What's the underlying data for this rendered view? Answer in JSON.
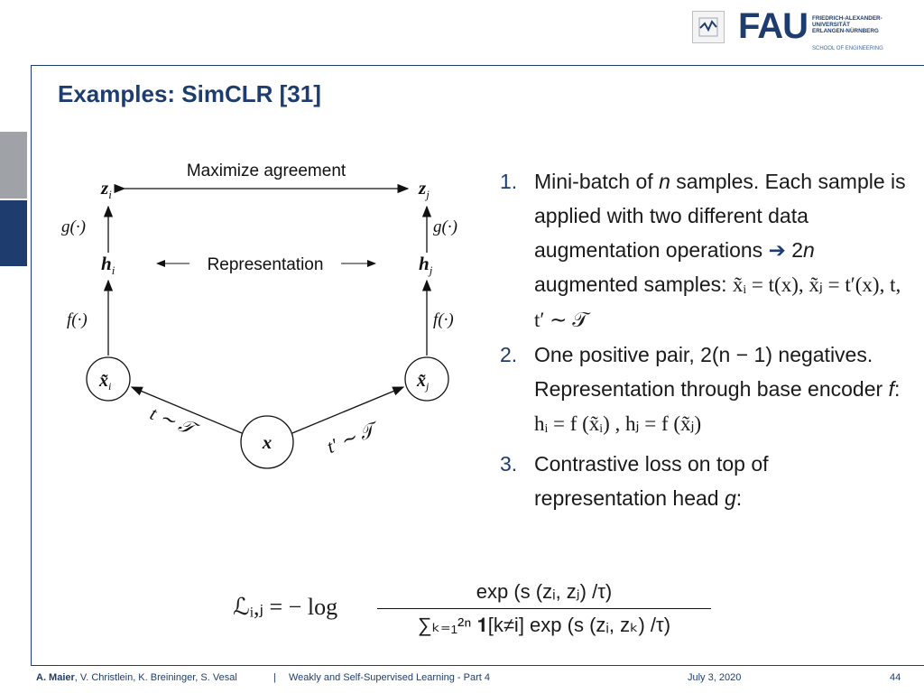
{
  "header": {
    "logo_lines": [
      "FRIEDRICH-ALEXANDER-",
      "UNIVERSITÄT",
      "ERLANGEN-NÜRNBERG"
    ],
    "fau_mark": "FAU",
    "school": "SCHOOL OF ENGINEERING"
  },
  "title": "Examples: SimCLR [31]",
  "diagram": {
    "maximize": "Maximize agreement",
    "representation": "Representation",
    "zi": "z",
    "zj": "z",
    "hi": "h",
    "hj": "h",
    "g_left": "g(·)",
    "g_right": "g(·)",
    "f_left": "f(·)",
    "f_right": "f(·)",
    "xi": "x̃",
    "xj": "x̃",
    "x": "x",
    "t_left": "t ∼ 𝒯",
    "t_right": "t' ∼ 𝒯",
    "sub_i": "i",
    "sub_j": "j"
  },
  "items": [
    {
      "num": "1.",
      "text_a": "Mini-batch of ",
      "n": "n",
      "text_b": " samples. Each sample is applied with two different data augmentation operations ",
      "arrow": "➔",
      "text_c": " 2",
      "text_d": "n",
      "text_e": " augmented samples: ",
      "eq": "x̃ᵢ = t(x),   x̃ⱼ = t′(x),   t, t′ ∼ 𝒯"
    },
    {
      "num": "2.",
      "text_a": "One positive pair, 2(n − 1) negatives. Representation through base encoder ",
      "f": "f",
      "text_b": ":",
      "eq": "hᵢ = f (x̃ᵢ) ,    hⱼ = f (x̃ⱼ)"
    },
    {
      "num": "3.",
      "text_a": "Contrastive loss on top of representation head ",
      "g": "g",
      "text_b": ":"
    }
  ],
  "formula": {
    "lhs": "ℒᵢ,ⱼ = − log",
    "numerator": "exp (s (zᵢ, zⱼ) /τ)",
    "denominator": "∑ₖ₌₁²ⁿ 𝟏[k≠i] exp (s (zᵢ, zₖ) /τ)"
  },
  "footer": {
    "author_bold": "A. Maier",
    "authors_rest": ", V. Christlein, K. Breininger, S. Vesal",
    "separator": "|",
    "course": "Weakly and Self-Supervised Learning - Part 4",
    "date": "July 3, 2020",
    "page": "44"
  },
  "colors": {
    "accent": "#1e3d6e",
    "side_gray": "#9fa3a7"
  }
}
